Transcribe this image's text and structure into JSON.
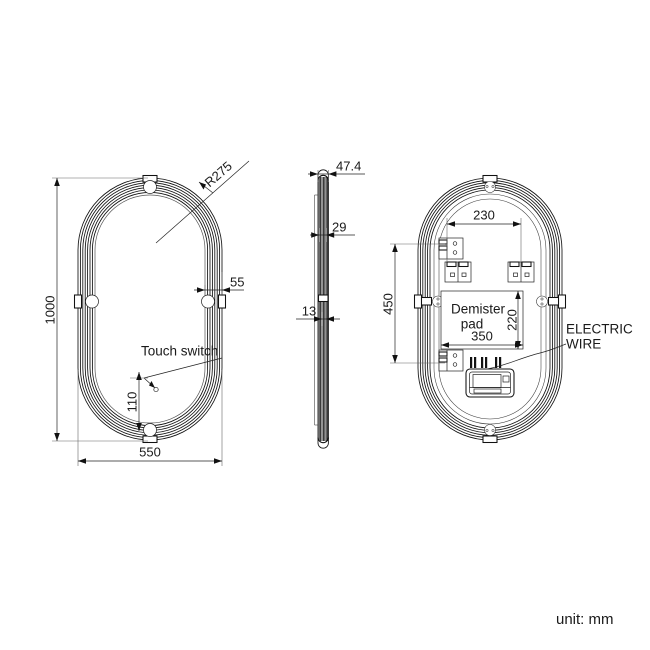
{
  "drawing": {
    "unit_note": "unit: mm",
    "views": {
      "front": {
        "name": "front-view",
        "dimensions": {
          "height": "1000",
          "width": "550",
          "corner_radius": "R275",
          "frame_depth": "55",
          "touch_switch_offset": "110"
        },
        "labels": {
          "touch_switch": "Touch switch"
        }
      },
      "side": {
        "name": "side-view",
        "dimensions": {
          "total_thickness": "47.4",
          "glass_offset": "29",
          "back_thickness": "13"
        }
      },
      "rear": {
        "name": "rear-view",
        "dimensions": {
          "bracket_span": "230",
          "bracket_height": "450",
          "demister_width": "350",
          "demister_height": "220"
        },
        "labels": {
          "demister_pad_line1": "Demister",
          "demister_pad_line2": "pad",
          "electric_wire_line1": "ELECTRIC",
          "electric_wire_line2": "WIRE"
        }
      }
    },
    "colors": {
      "line": "#111111",
      "thin_line": "#666666",
      "background": "#ffffff",
      "text": "#1a1a1a"
    }
  }
}
